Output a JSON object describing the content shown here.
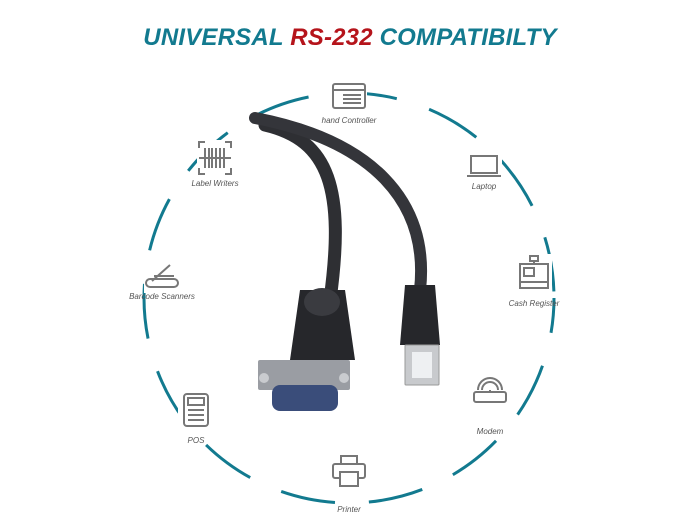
{
  "title": {
    "part1": "UNIVERSAL ",
    "part2": "RS-232",
    "part3": " COMPATIBILTY"
  },
  "colors": {
    "teal": "#127a8f",
    "red": "#b5141b",
    "icon_gray": "#777777",
    "cable": "#2e2f33"
  },
  "devices": [
    {
      "label": "hand Controller",
      "icon": "window-list-icon"
    },
    {
      "label": "Laptop",
      "icon": "laptop-icon"
    },
    {
      "label": "Cash Register",
      "icon": "cash-register-icon"
    },
    {
      "label": "Modem",
      "icon": "modem-icon"
    },
    {
      "label": "Printer",
      "icon": "printer-icon"
    },
    {
      "label": "POS",
      "icon": "pos-terminal-icon"
    },
    {
      "label": "Barcode Scanners",
      "icon": "scanner-icon"
    },
    {
      "label": "Label Writers",
      "icon": "barcode-icon"
    }
  ]
}
